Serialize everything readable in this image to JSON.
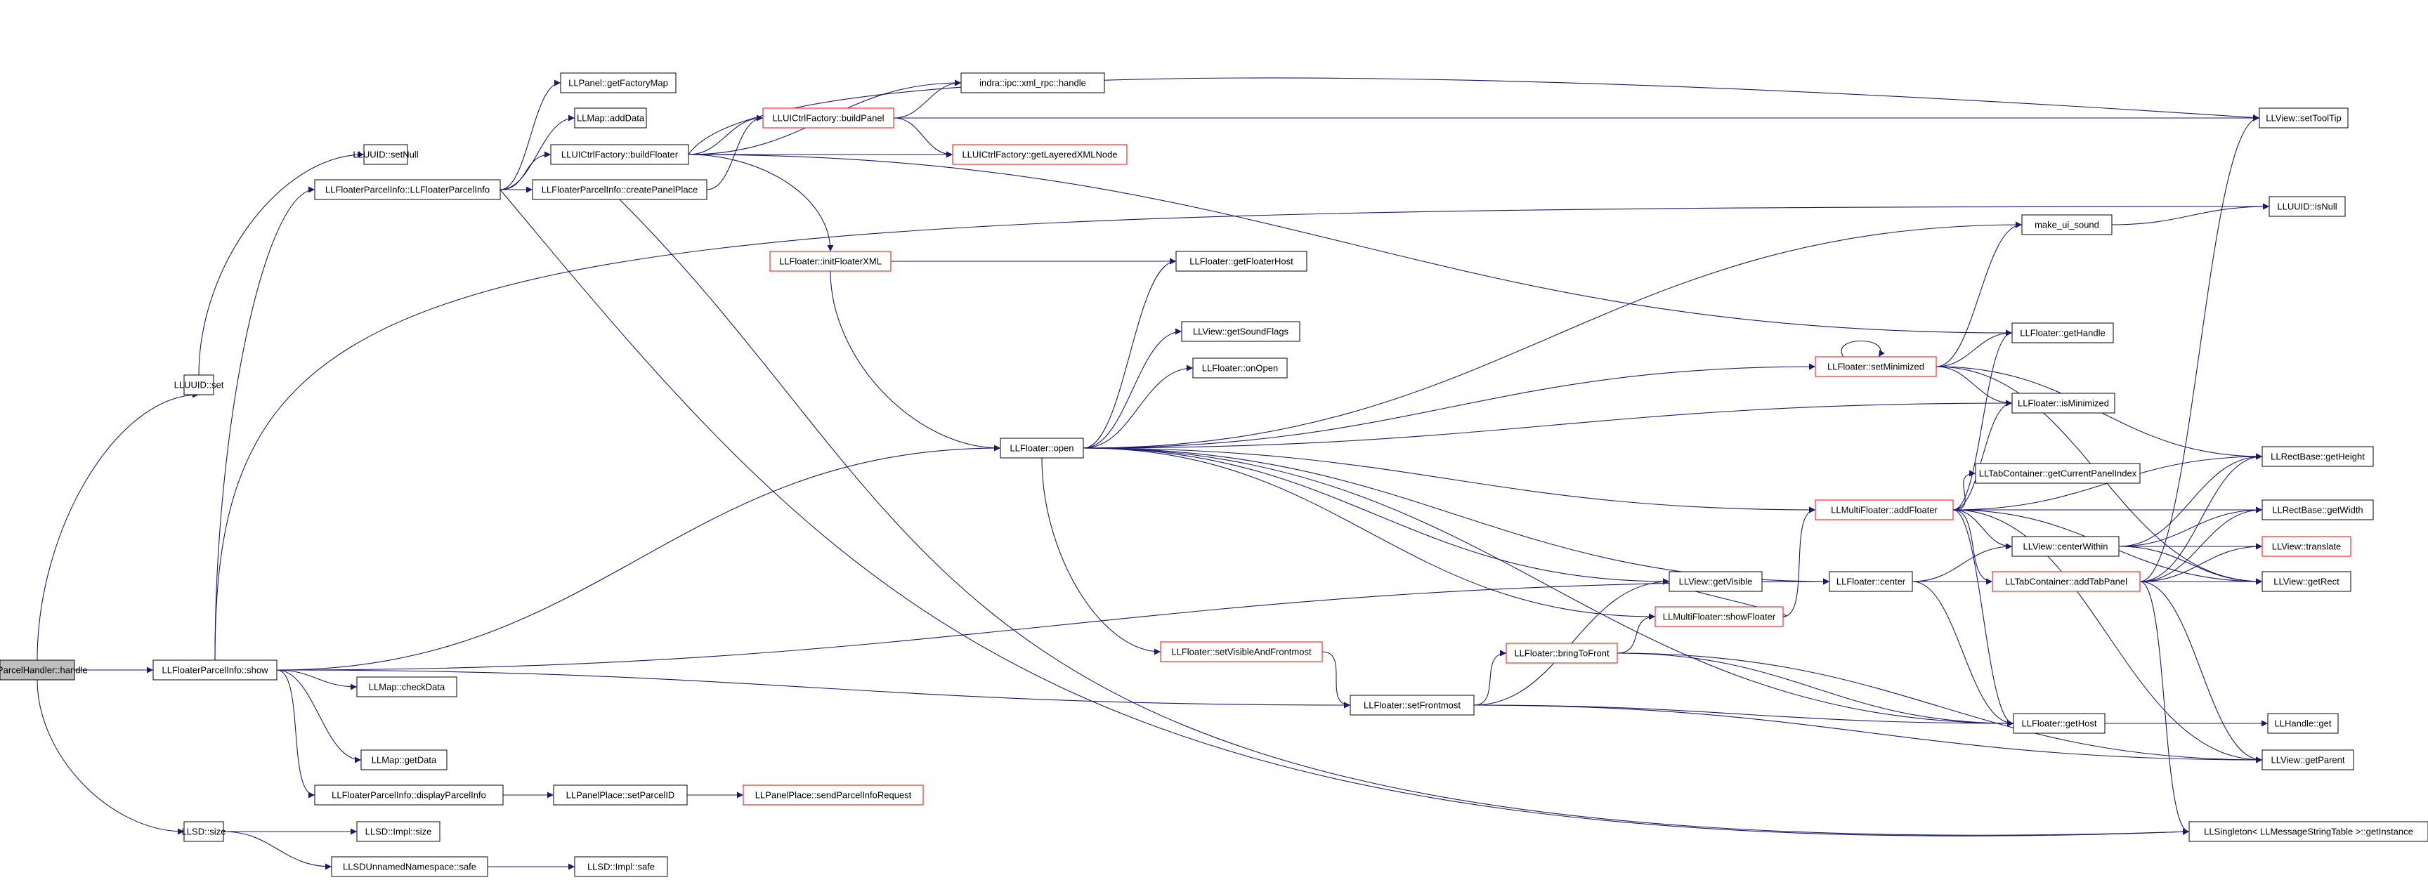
{
  "colors": {
    "edge": "#191970",
    "red_border": "#ff0000",
    "root_fill": "#bfbfbf",
    "box_border": "#000000"
  },
  "nodes": {
    "parcel_handler": "LLParcelHandler::handle",
    "uuid_set": "LLUUID::set",
    "uuid_setnull": "LLUUID::setNull",
    "fpi_ctor": "LLFloaterParcelInfo::LLFloaterParcelInfo",
    "fpi_show": "LLFloaterParcelInfo::show",
    "llsd_size": "LLSD::size",
    "panel_getfactorymap": "LLPanel::getFactoryMap",
    "map_adddata": "LLMap::addData",
    "build_floater": "LLUICtrlFactory::buildFloater",
    "create_panel_place": "LLFloaterParcelInfo::createPanelPlace",
    "xml_rpc": "indra::ipc::xml_rpc::handle",
    "build_panel": "LLUICtrlFactory::buildPanel",
    "layered_xml": "LLUICtrlFactory::getLayeredXMLNode",
    "set_tooltip": "LLView::setToolTip",
    "uuid_isnull": "LLUUID::isNull",
    "init_floater_xml": "LLFloater::initFloaterXML",
    "get_floater_host": "LLFloater::getFloaterHost",
    "get_sound_flags": "LLView::getSoundFlags",
    "on_open": "LLFloater::onOpen",
    "floater_open": "LLFloater::open",
    "make_ui_sound": "make_ui_sound",
    "get_handle": "LLFloater::getHandle",
    "set_minimized": "LLFloater::setMinimized",
    "is_minimized": "LLFloater::isMinimized",
    "get_height": "LLRectBase::getHeight",
    "get_current_panel_index": "LLTabContainer::getCurrentPanelIndex",
    "add_floater": "LLMultiFloater::addFloater",
    "get_width": "LLRectBase::getWidth",
    "center_within": "LLView::centerWithin",
    "translate": "LLView::translate",
    "get_visible": "LLView::getVisible",
    "floater_center": "LLFloater::center",
    "add_tab_panel": "LLTabContainer::addTabPanel",
    "get_rect": "LLView::getRect",
    "show_floater": "LLMultiFloater::showFloater",
    "set_visible_frontmost": "LLFloater::setVisibleAndFrontmost",
    "bring_to_front": "LLFloater::bringToFront",
    "map_checkdata": "LLMap::checkData",
    "set_frontmost": "LLFloater::setFrontmost",
    "get_host": "LLFloater::getHost",
    "handle_get": "LLHandle::get",
    "map_getdata": "LLMap::getData",
    "get_parent": "LLView::getParent",
    "display_parcel_info": "LLFloaterParcelInfo::displayParcelInfo",
    "set_parcel_id": "LLPanelPlace::setParcelID",
    "send_parcel_info": "LLPanelPlace::sendParcelInfoRequest",
    "impl_size": "LLSD::Impl::size",
    "singleton_getinstance": "LLSingleton< LLMessageStringTable >::getInstance",
    "sd_safe": "LLSDUnnamedNamespace::safe",
    "impl_safe": "LLSD::Impl::safe"
  }
}
